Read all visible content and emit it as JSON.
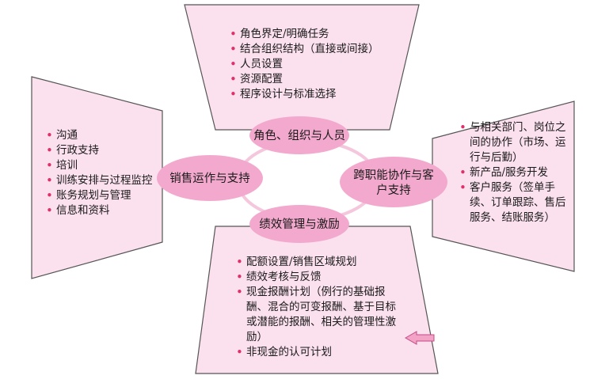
{
  "colors": {
    "panel_fill": "#fbe0ee",
    "panel_stroke": "#555555",
    "ellipse_fill": "#f3a9cd",
    "connector": "#f5c7dd",
    "bullet": "#e0306a",
    "arrow_fill": "#f2a3c6"
  },
  "ellipses": {
    "top": "角色、组织与人员",
    "left": "销售运作与支持",
    "right": "跨职能协作与客户支持",
    "bottom": "绩效管理与激励"
  },
  "panels": {
    "top": {
      "items": [
        "角色界定/明确任务",
        "结合组织结构（直接或间接）",
        "人员设置",
        "资源配置",
        "程序设计与标准选择"
      ]
    },
    "left": {
      "items": [
        "沟通",
        "行政支持",
        "培训",
        "训练安排与过程监控",
        "账务规划与管理",
        "信息和资料"
      ]
    },
    "right": {
      "items": [
        "与相关部门、岗位之间的协作（市场、运行与后勤）",
        "新产品/服务开发",
        "客户服务（签单手续、订单跟踪、售后服务、结账服务）"
      ]
    },
    "bottom": {
      "items": [
        "配额设置/销售区域规划",
        "绩效考核与反馈",
        "现金报酬计划（例行的基础报酬、混合的可变报酬、基于目标或潜能的报酬、相关的管理性激励）",
        "非现金的认可计划"
      ]
    }
  },
  "arrow_icon": "left-arrow-icon"
}
